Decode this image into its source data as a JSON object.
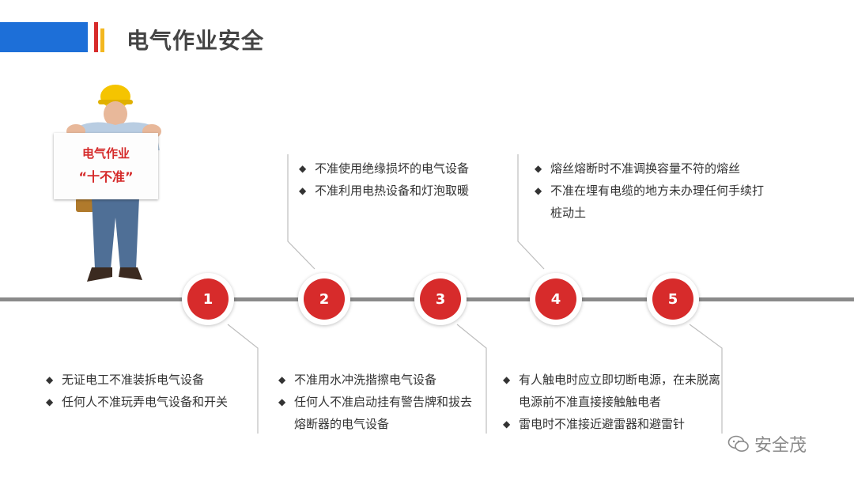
{
  "title": "电气作业安全",
  "sign": {
    "line1": "电气作业",
    "line2": "“十不准”"
  },
  "nodes": [
    "1",
    "2",
    "3",
    "4",
    "5"
  ],
  "top_blocks": [
    {
      "items": [
        "不准使用绝缘损坏的电气设备",
        "不准利用电热设备和灯泡取暖"
      ]
    },
    {
      "items": [
        "熔丝熔断时不准调换容量不符的熔丝",
        "不准在埋有电缆的地方未办理任何手续打桩动土"
      ]
    }
  ],
  "bottom_blocks": [
    {
      "items": [
        "无证电工不准装拆电气设备",
        "任何人不准玩弄电气设备和开关"
      ]
    },
    {
      "items": [
        "不准用水冲洗揩擦电气设备",
        "任何人不准启动挂有警告牌和拔去熔断器的电气设备"
      ]
    },
    {
      "items": [
        "有人触电时应立即切断电源，在未脱离电源前不准直接接触触电者",
        "雷电时不准接近避雷器和避雷针"
      ]
    }
  ],
  "bullet_glyph": "◆",
  "watermark": "安全茂",
  "colors": {
    "accent_blue": "#1d6fd8",
    "accent_red": "#d72b2b",
    "accent_yellow": "#f3b71f",
    "timeline": "#8a8a8a"
  }
}
